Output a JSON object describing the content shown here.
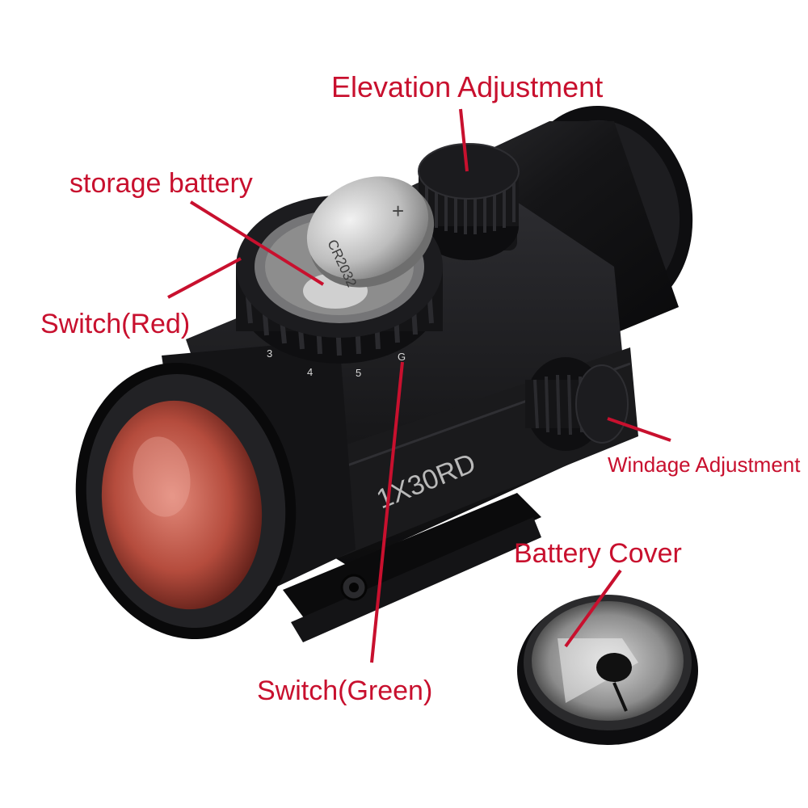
{
  "callouts": {
    "elevation": "Elevation Adjustment",
    "battery": "storage battery",
    "switch_red": "Switch(Red)",
    "windage": "Windage Adjustment",
    "battery_cover": "Battery Cover",
    "switch_green": "Switch(Green)"
  },
  "product": {
    "model_marking": "1X30RD",
    "battery_marking": "CR2032",
    "dial_numbers": [
      "3",
      "4",
      "5",
      "G"
    ]
  },
  "colors": {
    "callout": "#c8102e",
    "body": "#1b1b1d",
    "lens_tint": "#c04a3a"
  }
}
